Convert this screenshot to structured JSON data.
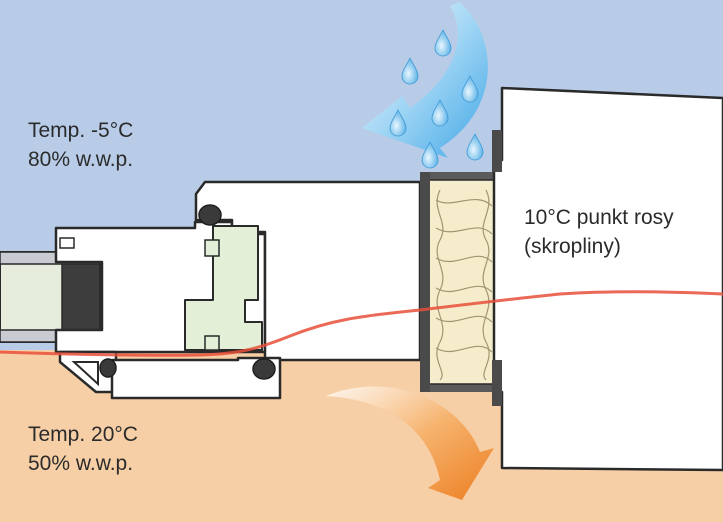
{
  "labels": {
    "outside_temp": "Temp. -5°C",
    "outside_humidity": "80% w.w.p.",
    "inside_temp": "Temp. 20°C",
    "inside_humidity": "50% w.w.p.",
    "dew_point": "10°C punkt rosy",
    "condensate": "(skropliny)"
  },
  "colors": {
    "outside_air": "#b8cce8",
    "inside_air": "#f7cfa6",
    "profile_fill": "#ffffff",
    "outline": "#2a2a2a",
    "gasket": "#3a3a3a",
    "insert": "#e3efd6",
    "insulation": "#f5eccb",
    "isotherm": "#e8503a",
    "cold_arrow": "#5bb8ec",
    "warm_arrow": "#ef8a2a",
    "droplet": "#5fb4e6"
  },
  "icons": {
    "cold_airflow": "curved-arrow-icon",
    "warm_airflow": "curved-arrow-icon",
    "condensation": "water-drop-icon"
  }
}
